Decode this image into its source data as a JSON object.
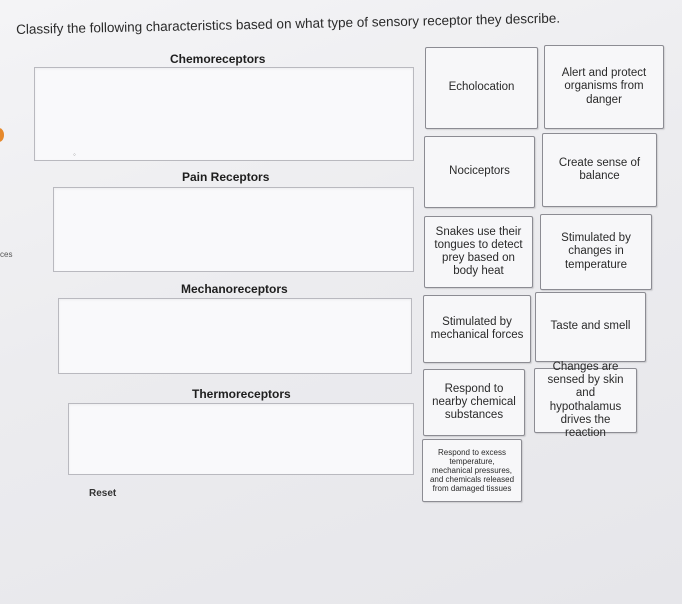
{
  "question": "Classify the following characteristics based on what type of sensory receptor they describe.",
  "categories": [
    {
      "label": "Chemoreceptors"
    },
    {
      "label": "Pain Receptors"
    },
    {
      "label": "Mechanoreceptors"
    },
    {
      "label": "Thermoreceptors"
    }
  ],
  "cards": [
    "Echolocation",
    "Alert and protect organisms from danger",
    "Nociceptors",
    "Create sense of balance",
    "Snakes use their tongues to detect prey based on body heat",
    "Stimulated by changes in temperature",
    "Stimulated by mechanical forces",
    "Taste and smell",
    "Respond to nearby chemical substances",
    "Changes are sensed by skin and hypothalamus drives the reaction",
    "Respond to excess temperature, mechanical pressures, and chemicals released from damaged tissues"
  ],
  "reset_label": "Reset",
  "side_stub": "ces",
  "colors": {
    "accent": "#e6892c",
    "card_border": "#8c8c93",
    "zone_border": "#b9b9bf"
  }
}
